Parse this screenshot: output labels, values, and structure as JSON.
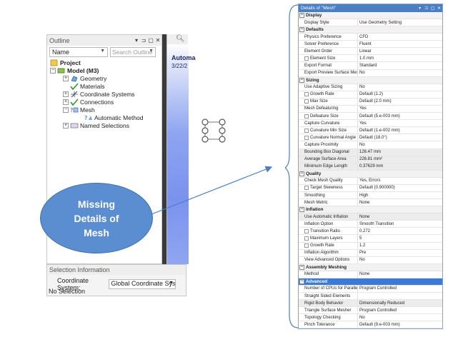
{
  "outline": {
    "title": "Outline",
    "header_buttons": [
      "▾",
      "⊐",
      "▢",
      "✕"
    ],
    "name_combo": "Name",
    "search_placeholder": "Search Outline",
    "tree": [
      {
        "label": "Project",
        "bold": true,
        "icon": "project-icon"
      },
      {
        "label": "Model (M3)",
        "bold": true,
        "icon": "model-icon"
      },
      {
        "label": "Geometry",
        "icon": "geometry-icon"
      },
      {
        "label": "Materials",
        "icon": "materials-icon"
      },
      {
        "label": "Coordinate Systems",
        "icon": "coordinate-systems-icon"
      },
      {
        "label": "Connections",
        "icon": "connections-icon"
      },
      {
        "label": "Mesh",
        "icon": "mesh-icon"
      },
      {
        "label": "Automatic Method",
        "icon": "automatic-method-icon"
      },
      {
        "label": "Named Selections",
        "icon": "named-selections-icon"
      }
    ]
  },
  "selection_info": {
    "title": "Selection Information",
    "coord_label": "Coordinate System:",
    "coord_value": "Global Coordinate System",
    "no_selection": "No Selection"
  },
  "graphics": {
    "title": "Automa",
    "date": "3/22/2"
  },
  "callout": {
    "text": "Missing\nDetails of\nMesh"
  },
  "details": {
    "title": "Details of \"Mesh\"",
    "header_buttons": [
      "▾",
      "⊐",
      "▢",
      "✕"
    ],
    "sections": [
      {
        "name": "Display",
        "rows": [
          {
            "k": "Display Style",
            "v": "Use Geometry Setting"
          }
        ]
      },
      {
        "name": "Defaults",
        "rows": [
          {
            "k": "Physics Preference",
            "v": "CFD"
          },
          {
            "k": "Solver Preference",
            "v": "Fluent"
          },
          {
            "k": "Element Order",
            "v": "Linear"
          },
          {
            "k": "Element Size",
            "v": "1.0 mm",
            "cb": true
          },
          {
            "k": "Export Format",
            "v": "Standard"
          },
          {
            "k": "Export Preview Surface Mesh",
            "v": "No"
          }
        ]
      },
      {
        "name": "Sizing",
        "rows": [
          {
            "k": "Use Adaptive Sizing",
            "v": "No"
          },
          {
            "k": "Growth Rate",
            "v": "Default (1.2)",
            "cb": true
          },
          {
            "k": "Max Size",
            "v": "Default (2.0 mm)",
            "cb": true
          },
          {
            "k": "Mesh Defeaturing",
            "v": "Yes"
          },
          {
            "k": "Defeature Size",
            "v": "Default (5.e-003 mm)",
            "cb": true
          },
          {
            "k": "Capture Curvature",
            "v": "Yes"
          },
          {
            "k": "Curvature Min Size",
            "v": "Default (1.e-002 mm)",
            "cb": true
          },
          {
            "k": "Curvature Normal Angle",
            "v": "Default (18.0°)",
            "cb": true
          },
          {
            "k": "Capture Proximity",
            "v": "No"
          },
          {
            "k": "Bounding Box Diagonal",
            "v": "126.47 mm",
            "shaded": true
          },
          {
            "k": "Average Surface Area",
            "v": "226.81 mm²",
            "shaded": true
          },
          {
            "k": "Minimum Edge Length",
            "v": "0.37629 mm",
            "shaded": true
          }
        ]
      },
      {
        "name": "Quality",
        "rows": [
          {
            "k": "Check Mesh Quality",
            "v": "Yes, Errors"
          },
          {
            "k": "Target Skewness",
            "v": "Default (0.900000)",
            "cb": true
          },
          {
            "k": "Smoothing",
            "v": "High"
          },
          {
            "k": "Mesh Metric",
            "v": "None"
          }
        ]
      },
      {
        "name": "Inflation",
        "rows": [
          {
            "k": "Use Automatic Inflation",
            "v": "None",
            "shaded": true
          },
          {
            "k": "Inflation Option",
            "v": "Smooth Transition"
          },
          {
            "k": "Transition Ratio",
            "v": "0.272",
            "cb": true
          },
          {
            "k": "Maximum Layers",
            "v": "5",
            "cb": true
          },
          {
            "k": "Growth Rate",
            "v": "1.2",
            "cb": true
          },
          {
            "k": "Inflation Algorithm",
            "v": "Pre"
          },
          {
            "k": "View Advanced Options",
            "v": "No"
          }
        ]
      },
      {
        "name": "Assembly Meshing",
        "rows": [
          {
            "k": "Method",
            "v": "None"
          }
        ]
      },
      {
        "name": "Advanced",
        "adv": true,
        "rows": [
          {
            "k": "Number of CPUs for Paralle...",
            "v": "Program Controlled"
          },
          {
            "k": "Straight Sided Elements",
            "v": ""
          },
          {
            "k": "Rigid Body Behavior",
            "v": "Dimensionally Reduced",
            "shaded": true
          },
          {
            "k": "Triangle Surface Mesher",
            "v": "Program Controlled"
          },
          {
            "k": "Topology Checking",
            "v": "No"
          },
          {
            "k": "Pinch Tolerance",
            "v": "Default (9.e-003 mm)"
          }
        ]
      }
    ]
  }
}
